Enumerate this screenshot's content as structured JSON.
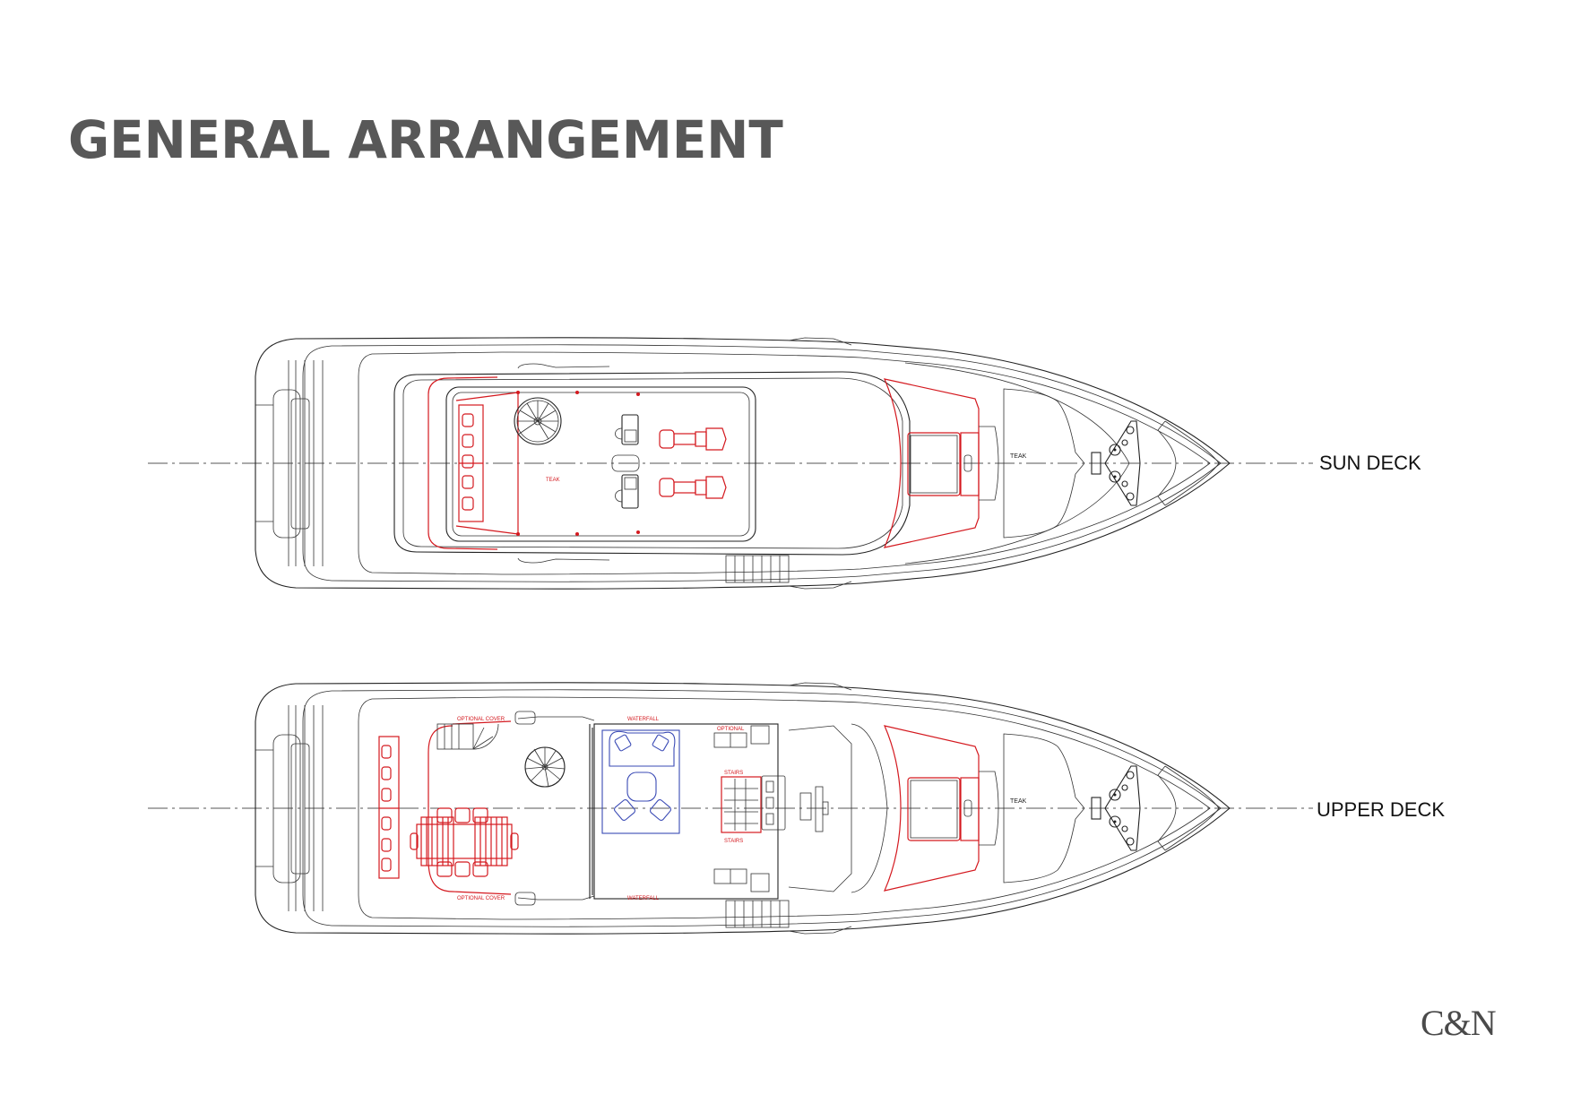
{
  "page": {
    "title": "GENERAL ARRANGEMENT",
    "logo": "C&N"
  },
  "decks": [
    {
      "id": "sun-deck",
      "label": "SUN DECK",
      "floor_annotation": "TEAK",
      "bow_annotation": "TEAK"
    },
    {
      "id": "upper-deck",
      "label": "UPPER DECK",
      "bow_annotation": "TEAK"
    }
  ],
  "colors": {
    "title": "#585858",
    "outline": "#222222",
    "furniture_red": "#d4191f",
    "interior_blue": "#3a4ab5"
  }
}
